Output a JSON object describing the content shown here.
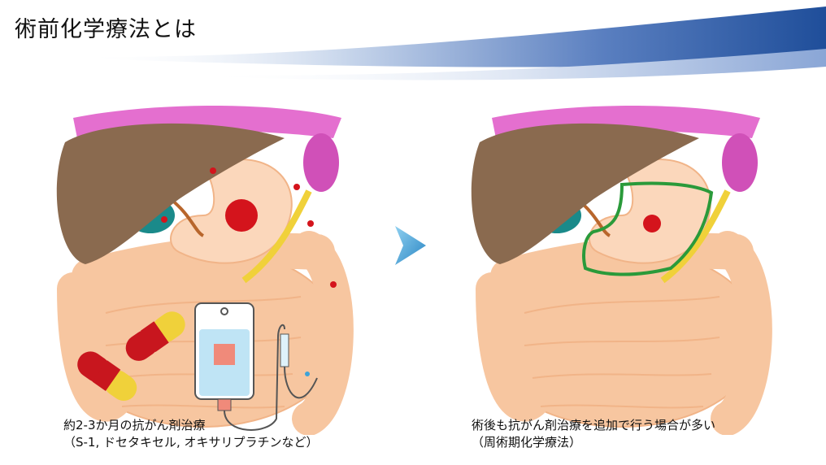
{
  "title": "術前化学療法とは",
  "left_panel": {
    "caption_line1": "約2-3か月の抗がん剤治療",
    "caption_line2": "（S-1, ドセタキセル, オキサリプラチンなど）"
  },
  "right_panel": {
    "caption_line1": "術後も抗がん剤治療を追加で行う場合が多い",
    "caption_line2": "（周術期化学療法）"
  },
  "colors": {
    "banner_blue": "#1f4e9a",
    "liver": "#8a6a4f",
    "diaphragm": "#e46fcf",
    "spleen": "#d050b8",
    "gallbladder": "#1a8a8a",
    "intestine": "#f7c6a0",
    "tumor": "#d4141c",
    "pill_red": "#c8161e",
    "pill_yellow": "#f0d13a",
    "iv_bag": "#bfe4f5",
    "arrow": "#3fa3d8",
    "outline_green": "#2a9a3a"
  }
}
